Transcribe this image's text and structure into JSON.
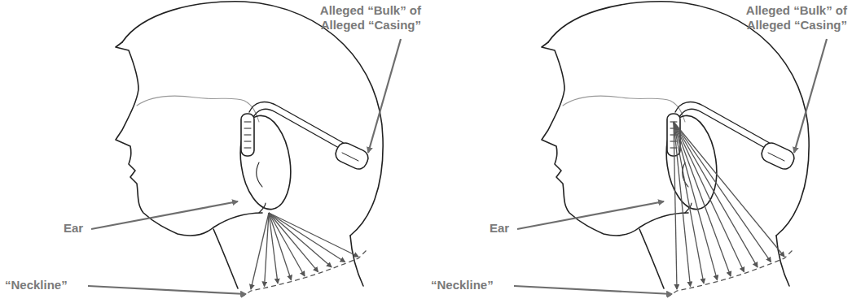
{
  "diagram": {
    "labels": [
      "Alleged “Bulk” of Alleged “Casing”",
      "Ear",
      "“Neckline”",
      "Alleged “Bulk” of Alleged “Casing”",
      "Ear",
      "“Neckline”"
    ]
  }
}
